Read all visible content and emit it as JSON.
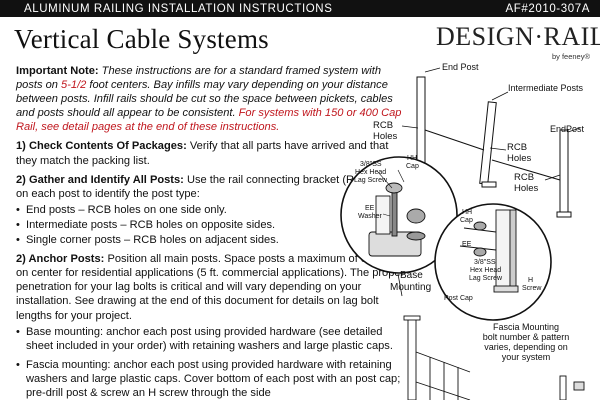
{
  "header": {
    "left": "ALUMINUM RAILING INSTALLATION INSTRUCTIONS",
    "right": "AF#2010-307A"
  },
  "title": "Vertical Cable Systems",
  "logo": {
    "word": "DESIGN·RAIL",
    "sub": "by feeney®"
  },
  "intro": {
    "label": "Important Note:",
    "p1": " These instructions are for a standard framed system with posts on ",
    "red1": "5-1/2",
    "p2": " foot centers. Bay infills may vary depending on your distance between posts. Infill rails should be cut so the space between pickets, cables and posts should all appear to be consistent. ",
    "red2": "For systems with 150 or 400 Cap Rail, see detail pages at the end of these instructions."
  },
  "steps": [
    {
      "head": "1) Check Contents Of Packages:",
      "text": " Verify that all parts have arrived and that they match the packing list."
    },
    {
      "head": "2) Gather and Identify All Posts:",
      "text": " Use the rail connecting bracket (RCB) holes on each post to identify the post type:",
      "bullets": [
        "End posts – RCB holes on one side only.",
        "Intermediate posts – RCB holes on opposite sides.",
        "Single corner posts – RCB holes on adjacent sides."
      ]
    },
    {
      "head": "2) Anchor Posts:",
      "text": " Position all main posts. Space posts a maximum of 5-1/2 ft. on center for residential applications (5 ft. commercial applications). The proper penetration for your lag bolts is critical and will vary depending on your installation. See drawing at the end of this document for details on lag bolt lengths for your project.",
      "bullets": [
        "Base mounting: anchor each post using provided hardware (see detailed sheet included in your order) with retaining washers and large plastic caps.",
        "Fascia mounting: anchor each post using provided hardware with retaining washers and large plastic caps. Cover bottom of each post with an post cap; pre-drill post & screw an H screw through the side"
      ]
    }
  ],
  "diagram": {
    "end_post_top": "End Post",
    "intermediate_posts": "Intermediate Posts",
    "end_post_right": "EndPost",
    "rcb_left": [
      "RCB",
      "Holes"
    ],
    "rcb_mid": [
      "RCB",
      "Holes"
    ],
    "rcb_right": [
      "RCB",
      "Holes"
    ],
    "hh_cap_left": [
      "HH",
      "Cap"
    ],
    "lag_left": [
      "3/8\"SS",
      "Hex Head",
      "Lag Screw"
    ],
    "ee_washer": [
      "EE",
      "Washer"
    ],
    "base_mounting": [
      "Base",
      "Mounting"
    ],
    "hh_cap_right": [
      "HH",
      "Cap"
    ],
    "ee_right": "EE",
    "lag_right": [
      "3/8\"SS",
      "Hex Head",
      "Lag Screw"
    ],
    "h_screw": [
      "H",
      "Screw"
    ],
    "post_cap": "Post Cap",
    "fascia": [
      "Fascia Mounting",
      "bolt number & pattern",
      "varies, depending on",
      "your system"
    ]
  }
}
